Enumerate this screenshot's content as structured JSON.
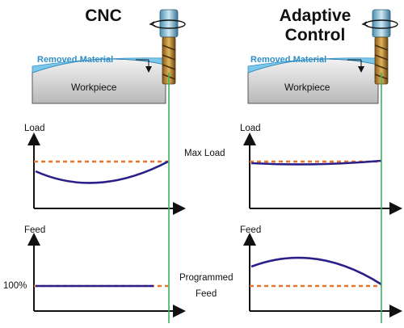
{
  "panels": {
    "left": {
      "title": "CNC",
      "removed_label": "Removed Material",
      "workpiece_label": "Workpiece",
      "load_axis_label": "Load",
      "feed_axis_label": "Feed",
      "feed_percent_label": "100%"
    },
    "right": {
      "title_line1": "Adaptive",
      "title_line2": "Control",
      "removed_label": "Removed Material",
      "workpiece_label": "Workpiece",
      "load_axis_label": "Load",
      "feed_axis_label": "Feed"
    }
  },
  "center_labels": {
    "max_load": "Max Load",
    "programmed": "Programmed",
    "feed": "Feed"
  },
  "colors": {
    "curve": "#2b1f8a",
    "limit_dash": "#e8752a",
    "cutter_line": "#35b85a",
    "removed_material": "#7cc8ea",
    "workpiece": "#c9c9c9"
  }
}
